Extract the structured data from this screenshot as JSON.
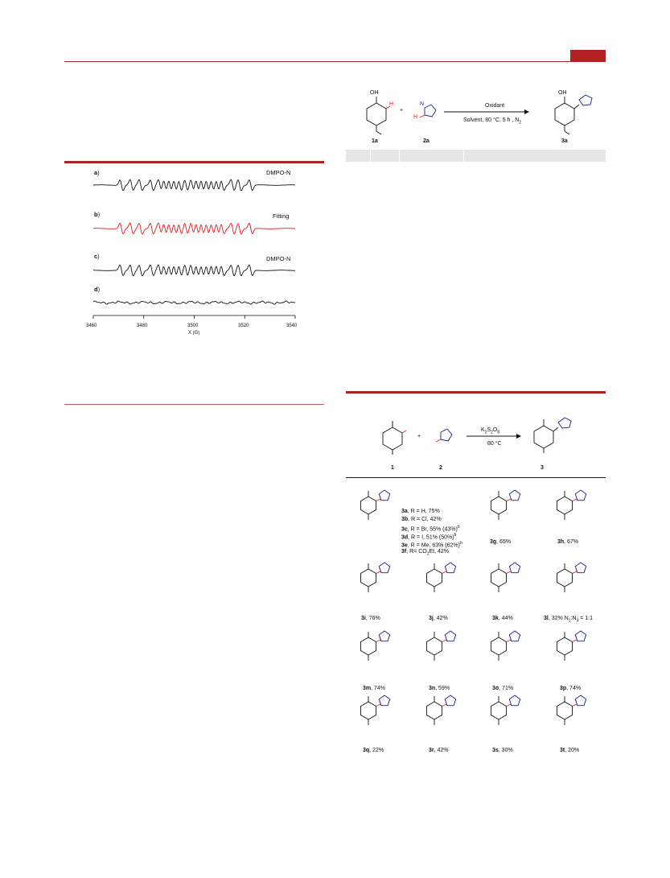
{
  "colors": {
    "accent": "#b22222",
    "blue": "#1a1a8c",
    "red": "#e8161b",
    "grey": "#e6e6e6"
  },
  "epr": {
    "panels": [
      {
        "tag": "a",
        "label": "DMPO-N"
      },
      {
        "tag": "b",
        "label": "Fitting"
      },
      {
        "tag": "c",
        "label": "DMPO-N"
      },
      {
        "tag": "d",
        "label": ""
      }
    ],
    "x_ticks": [
      "3460",
      "3480",
      "3500",
      "3520",
      "3540"
    ],
    "x_label": "X (G)"
  },
  "scheme1": {
    "oxidant": "Oxidant",
    "conditions": "Solvent, 80 °C, 5 h , N",
    "conditions_sub": "2",
    "plus": "+",
    "oh": "OH",
    "labels": [
      "1a",
      "2a",
      "3a"
    ]
  },
  "scheme2": {
    "reagent": "K",
    "reagent_rest": "S",
    "reagent_tail": "O",
    "temp": "80 °C",
    "plus": "+",
    "labels": [
      "1",
      "2",
      "3"
    ]
  },
  "compounds": {
    "a_list": [
      {
        "id": "3a",
        "text": ", R = H, 75%"
      },
      {
        "id": "3b",
        "text": ", R = Cl, 42%"
      },
      {
        "id": "3c",
        "text": ", R = Br, 55% (43%)"
      },
      {
        "id": "3d",
        "text": ", R = I, 51% (50%)"
      },
      {
        "id": "3e",
        "text": ", R = Me, 63% (62%)"
      },
      {
        "id": "3f",
        "text": ", R= CO"
      }
    ],
    "a_list_tail": "Et, 42%",
    "sup_b": "b",
    "items": [
      {
        "id": "3g",
        "text": ", 65%"
      },
      {
        "id": "3h",
        "text": ", 67%"
      },
      {
        "id": "3i",
        "text": ", 76%"
      },
      {
        "id": "3j",
        "text": ", 42%"
      },
      {
        "id": "3k",
        "text": ", 44%"
      },
      {
        "id": "3l",
        "text": ", 32% N"
      },
      {
        "id": "3m",
        "text": ", 74%"
      },
      {
        "id": "3n",
        "text": ", 59%"
      },
      {
        "id": "3o",
        "text": ", 71%"
      },
      {
        "id": "3p",
        "text": ", 74%"
      },
      {
        "id": "3q",
        "text": ", 22%"
      },
      {
        "id": "3r",
        "text": ", 42%"
      },
      {
        "id": "3s",
        "text": ", 30%"
      },
      {
        "id": "3t",
        "text": ", 20%"
      }
    ],
    "l_ratio": ":N",
    "l_ratio_tail": " = 1:1",
    "sub_1": "1",
    "sub_3": "3"
  }
}
